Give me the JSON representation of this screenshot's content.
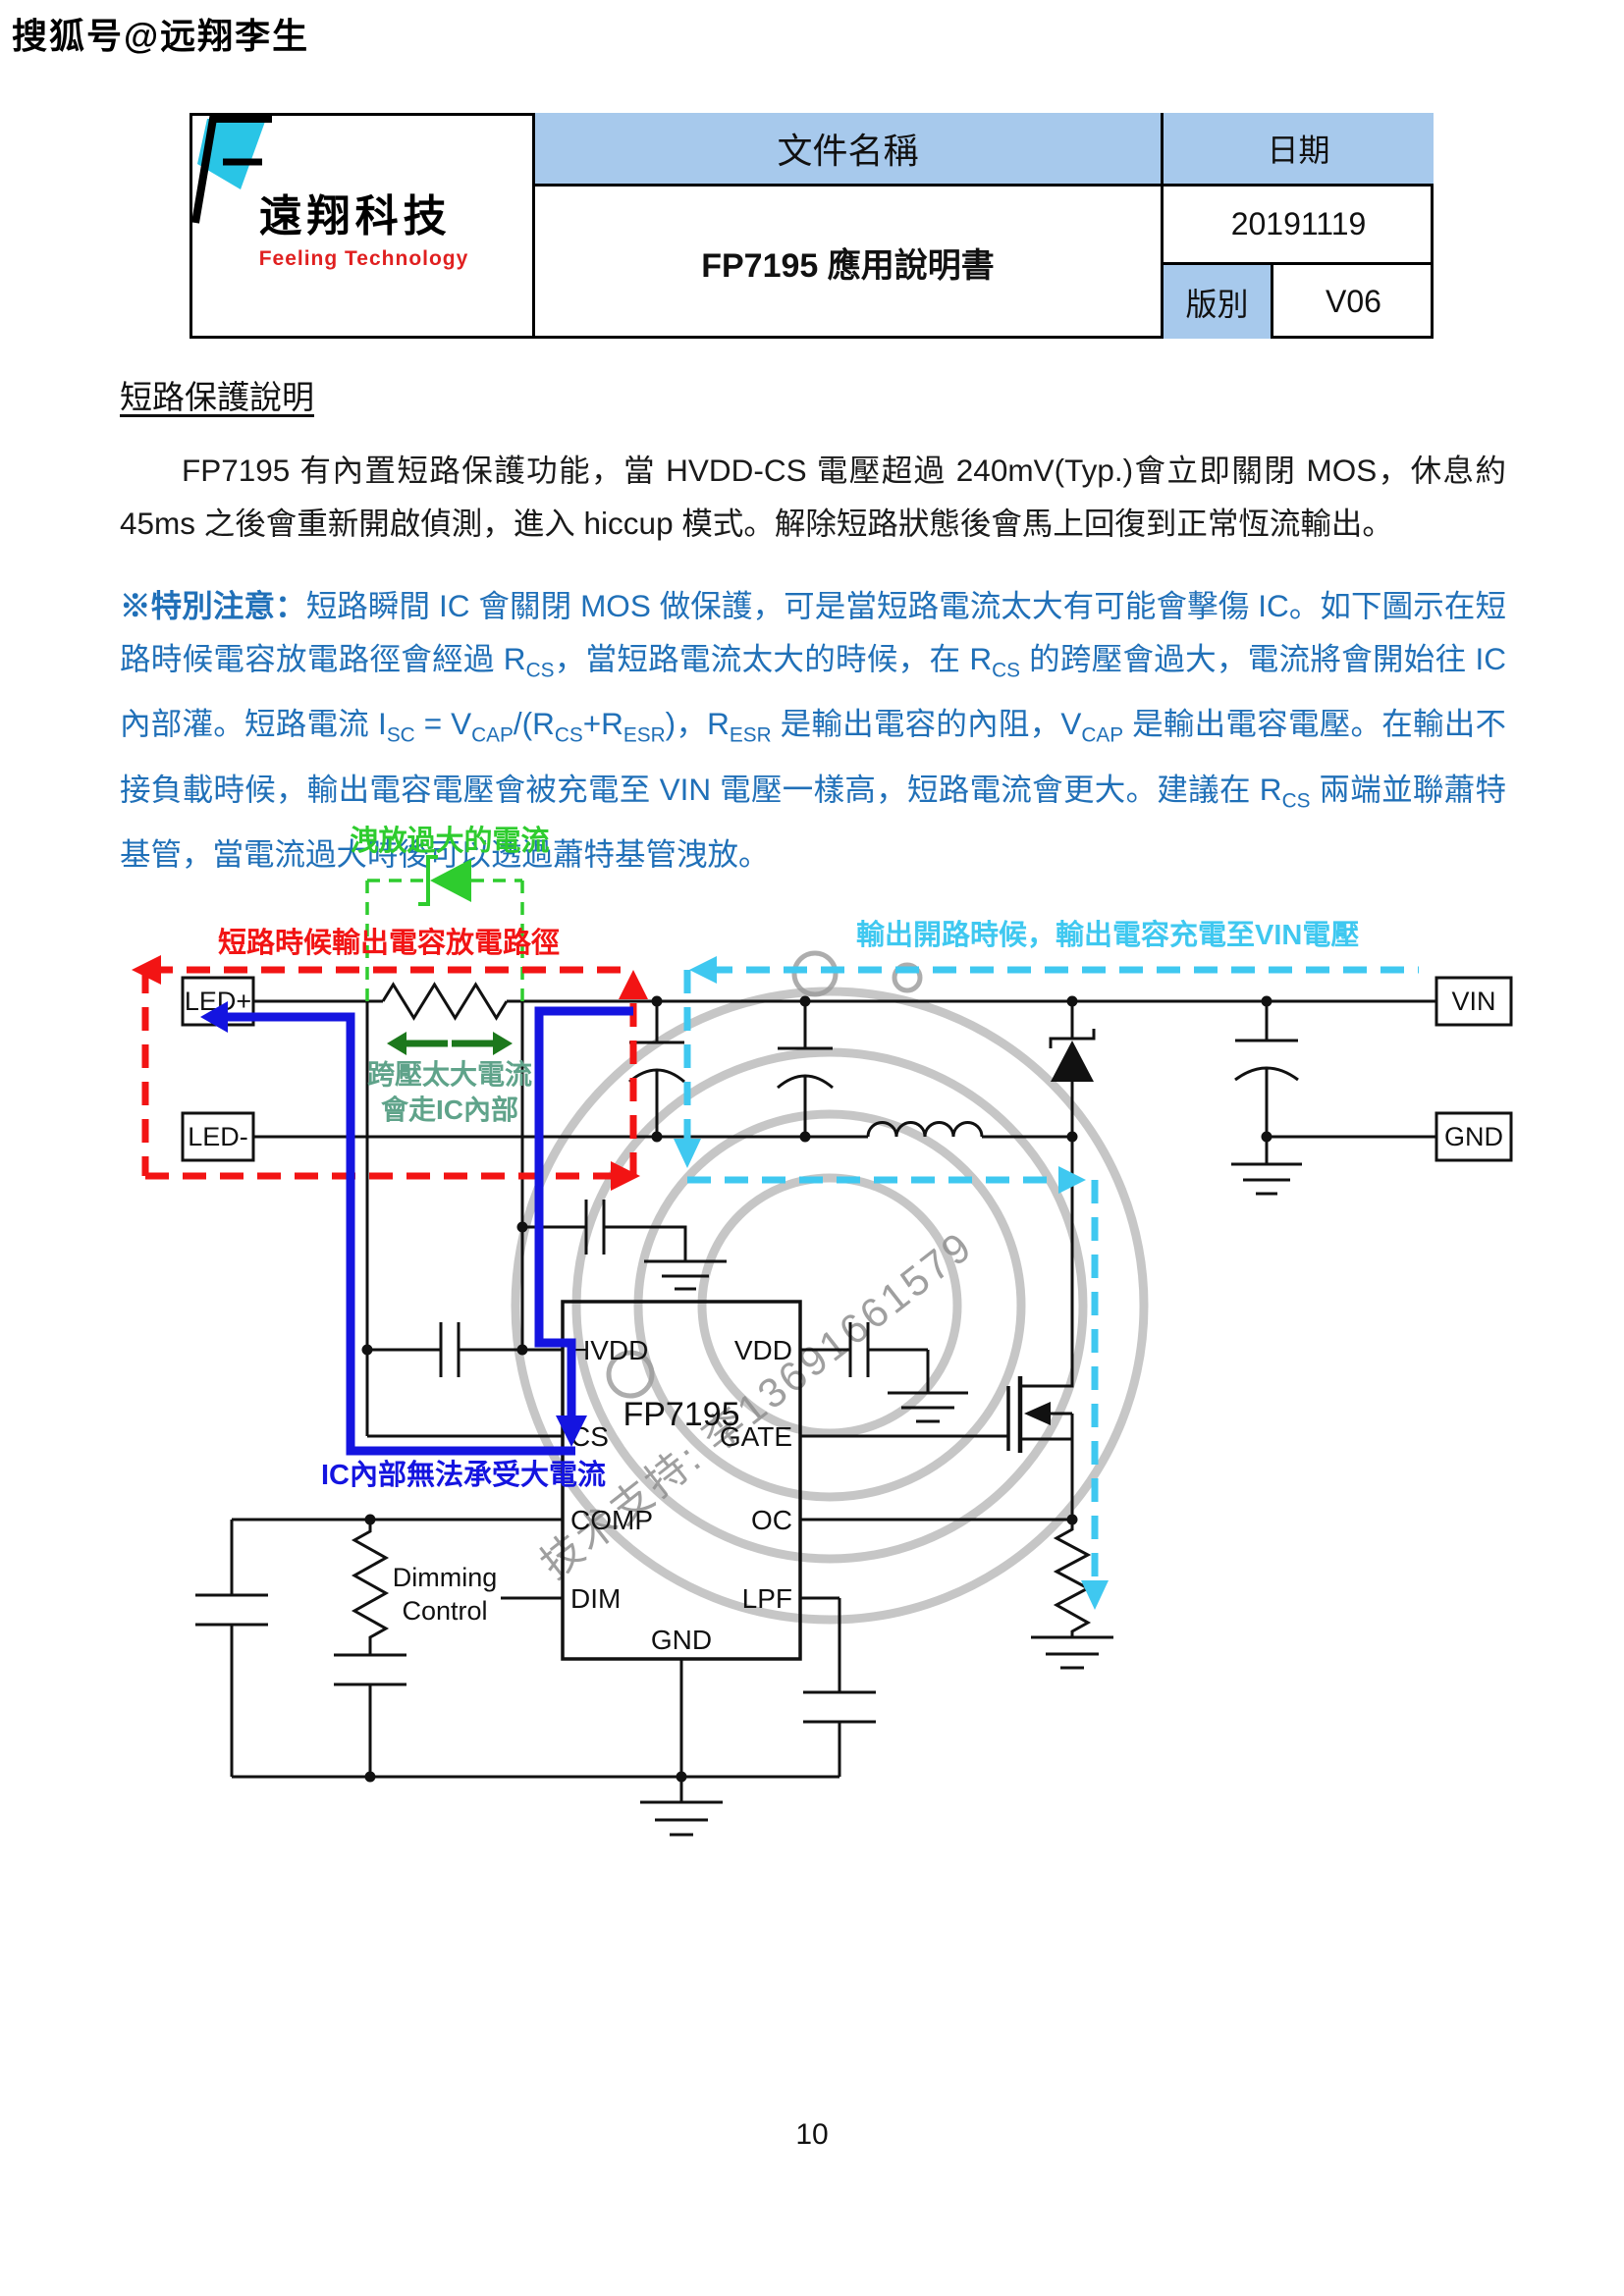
{
  "watermark_top": "搜狐号@远翔李生",
  "header": {
    "logo": {
      "company": "遠翔科技",
      "tagline": "Feeling Technology",
      "cyan": "#29C5E6",
      "red": "#E02020"
    },
    "doc_name_label": "文件名稱",
    "doc_name": "FP7195 應用說明書",
    "date_label": "日期",
    "date": "20191119",
    "version_label": "版別",
    "version": "V06",
    "accent_bg": "#A7C9EC"
  },
  "section": {
    "title": "短路保護說明",
    "para1": "FP7195 有內置短路保護功能，當 HVDD-CS 電壓超過 240mV(Typ.)會立即關閉 MOS，休息約 45ms 之後會重新開啟偵測，進入 hiccup 模式。解除短路狀態後會馬上回復到正常恆流輸出。",
    "para2_segments": [
      {
        "t": "※特別注意：",
        "b": true
      },
      {
        "t": "短路瞬間 IC 會關閉 MOS 做保護，可是當短路電流太大有可能會擊傷 IC。如下圖示在短路時候電容放電路徑會經過 R"
      },
      {
        "t": "CS",
        "sub": true
      },
      {
        "t": "，當短路電流太大的時候，在 R"
      },
      {
        "t": "CS",
        "sub": true
      },
      {
        "t": " 的跨壓會過大，電流將會開始往 IC 內部灌。短路電流 I"
      },
      {
        "t": "SC",
        "sub": true
      },
      {
        "t": " = V"
      },
      {
        "t": "CAP",
        "sub": true
      },
      {
        "t": "/(R"
      },
      {
        "t": "CS",
        "sub": true
      },
      {
        "t": "+R"
      },
      {
        "t": "ESR",
        "sub": true
      },
      {
        "t": ")，R"
      },
      {
        "t": "ESR",
        "sub": true
      },
      {
        "t": " 是輸出電容的內阻，V"
      },
      {
        "t": "CAP",
        "sub": true
      },
      {
        "t": " 是輸出電容電壓。在輸出不接負載時候，輸出電容電壓會被充電至 VIN 電壓一樣高，短路電流會更大。建議在 R"
      },
      {
        "t": "CS",
        "sub": true
      },
      {
        "t": " 兩端並聯蕭特基管，當電流過大時後可以透過蕭特基管洩放。"
      }
    ],
    "text_blue": "#2070B8"
  },
  "diagram": {
    "colors": {
      "wire": "#111111",
      "red": "#F21414",
      "green": "#2ECC2E",
      "dark_green": "#1C781C",
      "teal": "#5FA38A",
      "cyan": "#3FC8F0",
      "blue": "#1414E0",
      "gray": "#999999",
      "gray_text": "#8F8F8F"
    },
    "notes": {
      "bleed": "洩放過大的電流",
      "discharge": "短路時候輸出電容放電路徑",
      "charge": "輸出開路時候，輸出電容充電至VIN電壓",
      "crossover1": "跨壓太大電流",
      "crossover2": "會走IC內部",
      "ic_current": "IC內部無法承受大電流"
    },
    "ic": {
      "name": "FP7195",
      "pins": {
        "hvdd": "HVDD",
        "cs": "CS",
        "comp": "COMP",
        "dim": "DIM",
        "gnd": "GND",
        "vdd": "VDD",
        "gate": "GATE",
        "oc": "OC",
        "lpf": "LPF"
      }
    },
    "terminals": {
      "led_plus": "LED+",
      "led_minus": "LED-",
      "vin": "VIN",
      "gnd": "GND"
    },
    "dimming": {
      "line1": "Dimming",
      "line2": "Control"
    },
    "watermark_support": "技术支持: 李13691661579"
  },
  "page_number": "10"
}
